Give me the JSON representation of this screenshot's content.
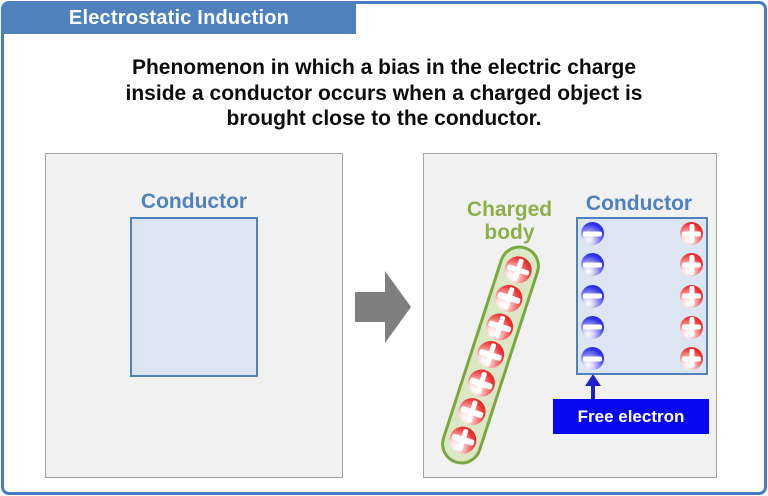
{
  "header": {
    "title": "Electrostatic Induction"
  },
  "description": {
    "lines": [
      "Phenomenon in which a bias in the electric charge",
      "inside a conductor occurs when a charged object is",
      "brought close to the conductor."
    ]
  },
  "left_panel": {
    "conductor_label": "Conductor"
  },
  "transition_arrow": {
    "direction": "right"
  },
  "right_panel": {
    "charged_body_label": "Charged body",
    "conductor_label": "Conductor",
    "charged_body_charges": [
      "+",
      "+",
      "+",
      "+",
      "+",
      "+",
      "+"
    ],
    "conductor_negative_charges": [
      "-",
      "-",
      "-",
      "-",
      "-"
    ],
    "conductor_positive_charges": [
      "+",
      "+",
      "+",
      "+",
      "+"
    ],
    "free_electron": {
      "label": "Free electron"
    }
  },
  "colors": {
    "accent_blue": "#4f81bd",
    "label_green": "#8caf4a",
    "panel_bg": "#f1f1f1",
    "panel_border": "#a3a3a3",
    "conductor_fill": "#dce6f2",
    "rod_fill": "#dbe7c5",
    "rod_border": "#7aa83e",
    "positive_red": "#d81313",
    "negative_blue": "#1414d6",
    "free_electron_bg": "#0707ef",
    "free_electron_arrow": "#2121cc",
    "transition_arrow_gray": "#7f7f7f",
    "description_text": "#0d0d0d"
  }
}
